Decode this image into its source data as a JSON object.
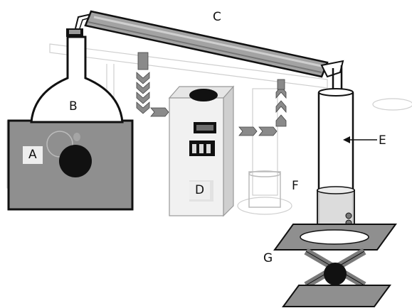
{
  "labels": {
    "a": "A",
    "b": "B",
    "c": "C",
    "d": "D",
    "e": "E",
    "f": "F",
    "g": "G"
  },
  "colors": {
    "stroke": "#111111",
    "dark_gray": "#8a8a8a",
    "mid_gray": "#a8a8a8",
    "light_gray": "#d8d8d8",
    "pale_gray": "#ececec",
    "black": "#111111"
  }
}
